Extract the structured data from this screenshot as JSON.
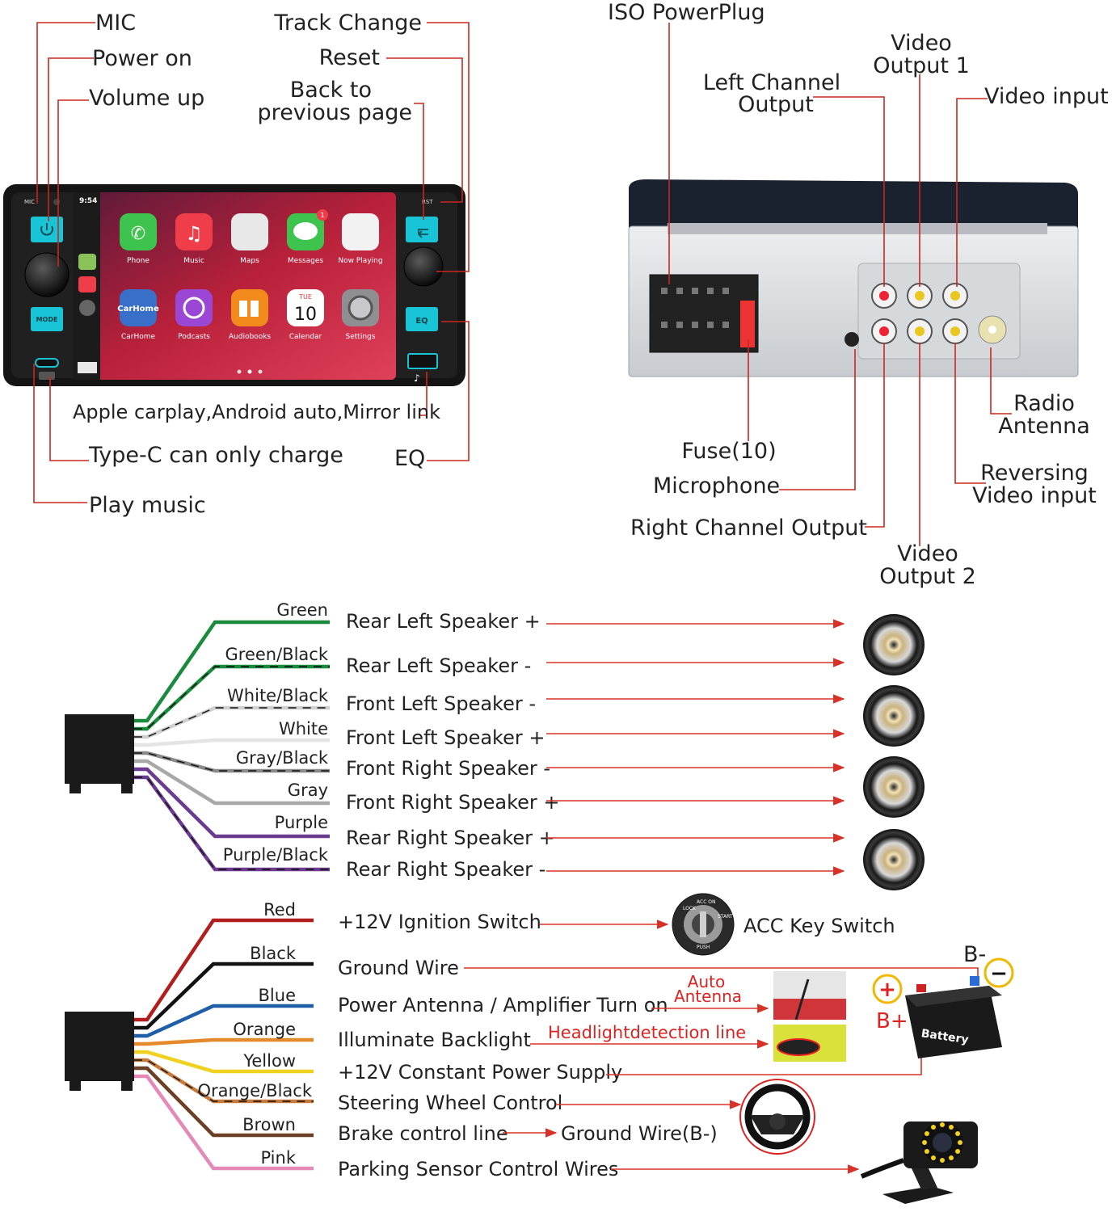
{
  "front_panel": {
    "labels": {
      "mic": "MIC",
      "power_on": "Power on",
      "volume_up": "Volume up",
      "track_change": "Track Change",
      "reset": "Reset",
      "back_1": "Back to",
      "back_2": "previous page",
      "carplay": "Apple carplay,Android auto,Mirror link",
      "typec": "Type-C can only charge",
      "eq": "EQ",
      "play_music": "Play music"
    },
    "screen": {
      "time": "9:54",
      "apps_row1": [
        "Phone",
        "Music",
        "Maps",
        "Messages",
        "Now Playing"
      ],
      "apps_row2": [
        "CarHome",
        "Podcasts",
        "Audiobooks",
        "Calendar",
        "Settings"
      ],
      "carhome_tile": "CarHome",
      "calendar_day": "TUE",
      "calendar_date": "10",
      "messages_badge": "1"
    },
    "buttons": {
      "mode": "MODE",
      "eq": "EQ",
      "mic_small": "MIC",
      "rst_small": "RST"
    }
  },
  "rear_panel": {
    "labels": {
      "iso": "ISO PowerPlug",
      "left_ch_1": "Left Channel",
      "left_ch_2": "Output",
      "video_out1_1": "Video",
      "video_out1_2": "Output 1",
      "video_input": "Video input",
      "radio_1": "Radio",
      "radio_2": "Antenna",
      "fuse": "Fuse(10)",
      "microphone": "Microphone",
      "right_ch": "Right Channel Output",
      "reversing_1": "Reversing",
      "reversing_2": "Video input",
      "video_out2_1": "Video",
      "video_out2_2": "Output 2"
    }
  },
  "speaker_wires": [
    {
      "color_name": "Green",
      "function": "Rear Left Speaker +",
      "hex": "#1a8a3c"
    },
    {
      "color_name": "Green/Black",
      "function": "Rear Left Speaker -",
      "hex": "#1a8a3c"
    },
    {
      "color_name": "White/Black",
      "function": "Front Left Speaker -",
      "hex": "#cfcfcf"
    },
    {
      "color_name": "White",
      "function": "Front Left Speaker +",
      "hex": "#e4e4e4"
    },
    {
      "color_name": "Gray/Black",
      "function": "Front Right Speaker -",
      "hex": "#8a8a8a"
    },
    {
      "color_name": "Gray",
      "function": "Front Right Speaker +",
      "hex": "#a8a8a8"
    },
    {
      "color_name": "Purple",
      "function": "Rear Right Speaker +",
      "hex": "#6b3b8f"
    },
    {
      "color_name": "Purple/Black",
      "function": "Rear Right Speaker -",
      "hex": "#6b3b8f"
    }
  ],
  "power_wires": [
    {
      "color_name": "Red",
      "function": "+12V Ignition Switch",
      "hex": "#b21e1e"
    },
    {
      "color_name": "Black",
      "function": "Ground Wire",
      "hex": "#111111"
    },
    {
      "color_name": "Blue",
      "function": "Power Antenna / Amplifier Turn on",
      "hex": "#1f5fa8"
    },
    {
      "color_name": "Orange",
      "function": "Illuminate Backlight",
      "hex": "#e58a2c"
    },
    {
      "color_name": "Yellow",
      "function": "+12V Constant Power Supply",
      "hex": "#f0d21e"
    },
    {
      "color_name": "Orange/Black",
      "function": "Steering Wheel Control",
      "hex": "#c87a3a"
    },
    {
      "color_name": "Brown",
      "function": "Brake control line",
      "hex": "#6b4024"
    },
    {
      "color_name": "Pink",
      "function": "Parking Sensor Control Wires",
      "hex": "#e58ab8"
    }
  ],
  "power_targets": {
    "acc": "ACC Key Switch",
    "auto_antenna_1": "Auto",
    "auto_antenna_2": "Antenna",
    "headlight": "Headlightdetection line",
    "ground_b": "Ground Wire(B-)",
    "b_minus": "B-",
    "b_plus": "B+",
    "battery": "Battery",
    "plus_sign": "+",
    "minus_sign": "−"
  },
  "ignition_key_text": {
    "lock": "LOCK",
    "acc_on": "ACC ON",
    "start": "START",
    "push": "PUSH"
  },
  "colors": {
    "lead": "#c8281e",
    "arrow": "#d83228",
    "annotation_red": "#d22222",
    "panel_black": "#151515",
    "button_teal": "#19c4d6"
  }
}
